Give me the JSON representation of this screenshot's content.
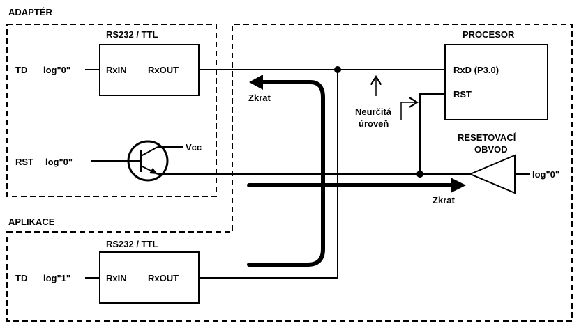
{
  "sections": {
    "adapter": "ADAPTÉR",
    "aplikace": "APLIKACE",
    "procesor": "PROCESOR"
  },
  "blocks": {
    "rs232_top": {
      "title": "RS232 / TTL",
      "in": "RxIN",
      "out": "RxOUT"
    },
    "rs232_bottom": {
      "title": "RS232 / TTL",
      "in": "RxIN",
      "out": "RxOUT"
    },
    "cpu": {
      "rxd": "RxD (P3.0)",
      "rst": "RST"
    },
    "reset_circuit": {
      "line1": "RESETOVACÍ",
      "line2": "OBVOD"
    }
  },
  "signals": {
    "td_top": "TD",
    "td_top_level": "log\"0\"",
    "rst_left": "RST",
    "rst_left_level": "log\"0\"",
    "vcc": "Vcc",
    "td_bottom": "TD",
    "td_bottom_level": "log\"1\"",
    "reset_level": "log\"0\""
  },
  "annotations": {
    "short_top": "Zkrat",
    "short_bottom": "Zkrat",
    "undefined_line1": "Neurčitá",
    "undefined_line2": "úroveň"
  }
}
